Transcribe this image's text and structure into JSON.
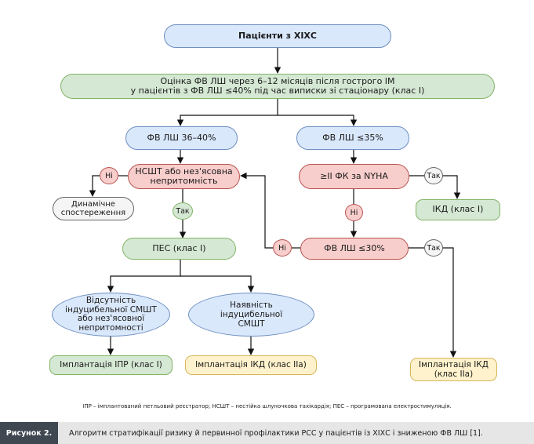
{
  "nodes": {
    "start": "Пацієнти з ХІХС",
    "assess_line1": "Оцінка ФВ ЛШ через 6–12 місяців після гострого ІМ",
    "assess_line2": "у пацієнтів з ФВ ЛШ ≤40% під час виписки зі стаціонару (клас І)",
    "lvef_36_40": "ФВ ЛШ 36–40%",
    "lvef_le35": "ФВ ЛШ ≤35%",
    "nsvt_line1": "НСШТ або нез'ясовна",
    "nsvt_line2": "непритомність",
    "nyha": "≥II ФК за NYHA",
    "observation_line1": "Динамічне",
    "observation_line2": "спостереження",
    "icd_class1": "ІКД (клас І)",
    "pes": "ПЕС (клас І)",
    "lvef_le30": "ФВ ЛШ ≤30%",
    "absent_line1": "Відсутність",
    "absent_line2": "індуцибельної СМШТ",
    "absent_line3": "або нез'ясовної",
    "absent_line4": "непритомності",
    "present_line1": "Наявність",
    "present_line2": "індуцибельної",
    "present_line3": "СМШТ",
    "ilr_implant": "Імплантація ІПР (клас І)",
    "icd_implant_2a": "Імплантація ІКД (клас ІІа)",
    "icd_implant_final_line1": "Імплантація ІКД",
    "icd_implant_final_line2": "(клас ІІа)"
  },
  "labels": {
    "no": "Ні",
    "yes": "Так"
  },
  "notes": "ІПР – імплантований петльовий реєстратор; НСШТ – нестійка шлуночкова тахікардія; ПЕС – програмована електростимуляція.",
  "caption": {
    "label": "Рисунок 2.",
    "text": "Алгоритм стратифікації ризику й первинної профілактики РСС у пацієнтів із ХІХС і зниженою ФВ ЛШ [1]."
  },
  "colors": {
    "blue_fill": "#dae8fc",
    "green_fill": "#d5e8d4",
    "red_fill": "#f8cecc",
    "gray_fill": "#f5f5f5",
    "yellow_fill": "#fff2cc",
    "caption_label_bg": "#3f4751"
  }
}
